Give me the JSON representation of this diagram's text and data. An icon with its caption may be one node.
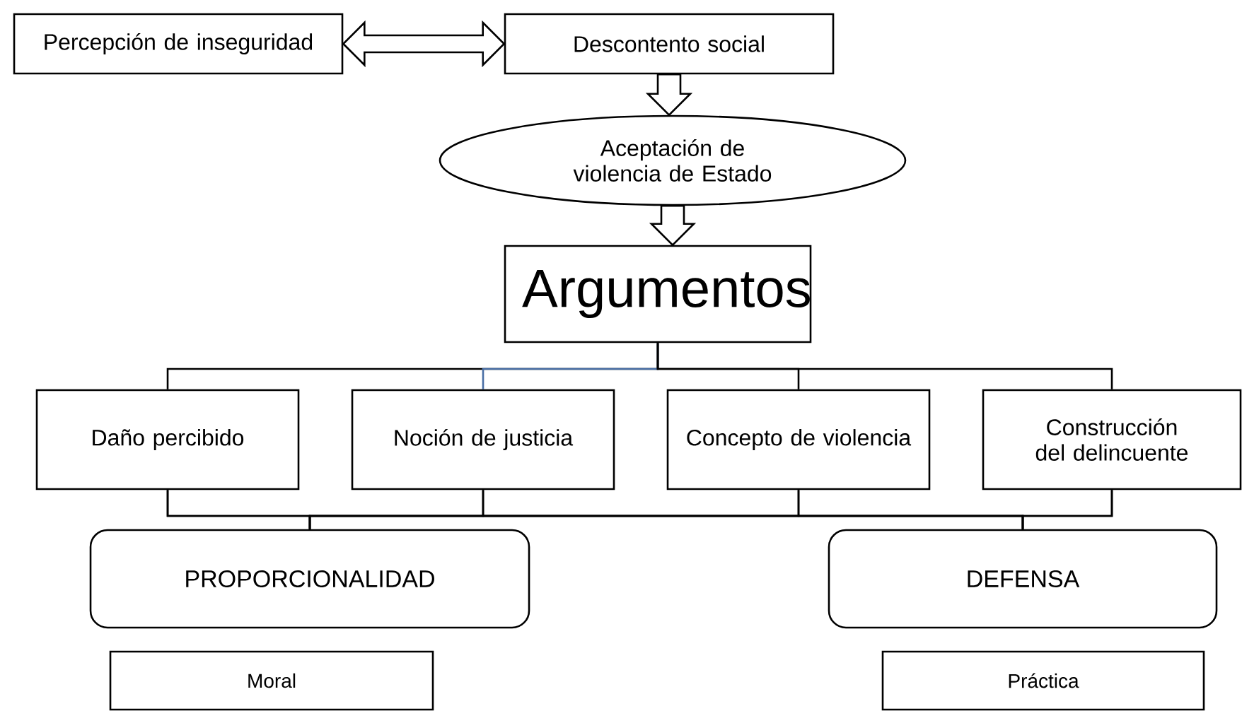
{
  "diagram": {
    "nodes": [
      {
        "text": [
          "Percepción de inseguridad"
        ]
      },
      {
        "text": [
          "Descontento social"
        ]
      },
      {
        "text": [
          "Aceptación de violencia de Estado"
        ]
      },
      {
        "text": [
          "Argumentos"
        ]
      },
      {
        "text": [
          "Daño percibido"
        ]
      },
      {
        "text": [
          "Noción de justicia"
        ]
      },
      {
        "text": [
          "Concepto de violencia"
        ]
      },
      {
        "text": [
          "Construcción del delincuente"
        ]
      },
      {
        "text": [
          "PROPORCIONALIDAD"
        ]
      },
      {
        "text": [
          "DEFENSA"
        ]
      },
      {
        "text": [
          "Moral"
        ]
      },
      {
        "text": [
          "Práctica"
        ]
      }
    ],
    "edges": [
      {
        "from": 0,
        "to": 1,
        "arrow": "both"
      },
      {
        "from": 1,
        "to": 2,
        "arrow": "to"
      },
      {
        "from": 2,
        "to": 3,
        "arrow": "to"
      },
      {
        "from": 3,
        "to": 4,
        "arrow": "none"
      },
      {
        "from": 3,
        "to": 5,
        "arrow": "none",
        "color": "#4a6fa5"
      },
      {
        "from": 3,
        "to": 6,
        "arrow": "none"
      },
      {
        "from": 3,
        "to": 7,
        "arrow": "none"
      },
      {
        "from": 4,
        "to": 8,
        "arrow": "none"
      },
      {
        "from": 5,
        "to": 8,
        "arrow": "none"
      },
      {
        "from": 6,
        "to": 8,
        "arrow": "none"
      },
      {
        "from": 7,
        "to": 8,
        "arrow": "none"
      },
      {
        "from": 4,
        "to": 9,
        "arrow": "none"
      },
      {
        "from": 5,
        "to": 9,
        "arrow": "none"
      },
      {
        "from": 6,
        "to": 9,
        "arrow": "none"
      },
      {
        "from": 7,
        "to": 9,
        "arrow": "none"
      }
    ]
  }
}
